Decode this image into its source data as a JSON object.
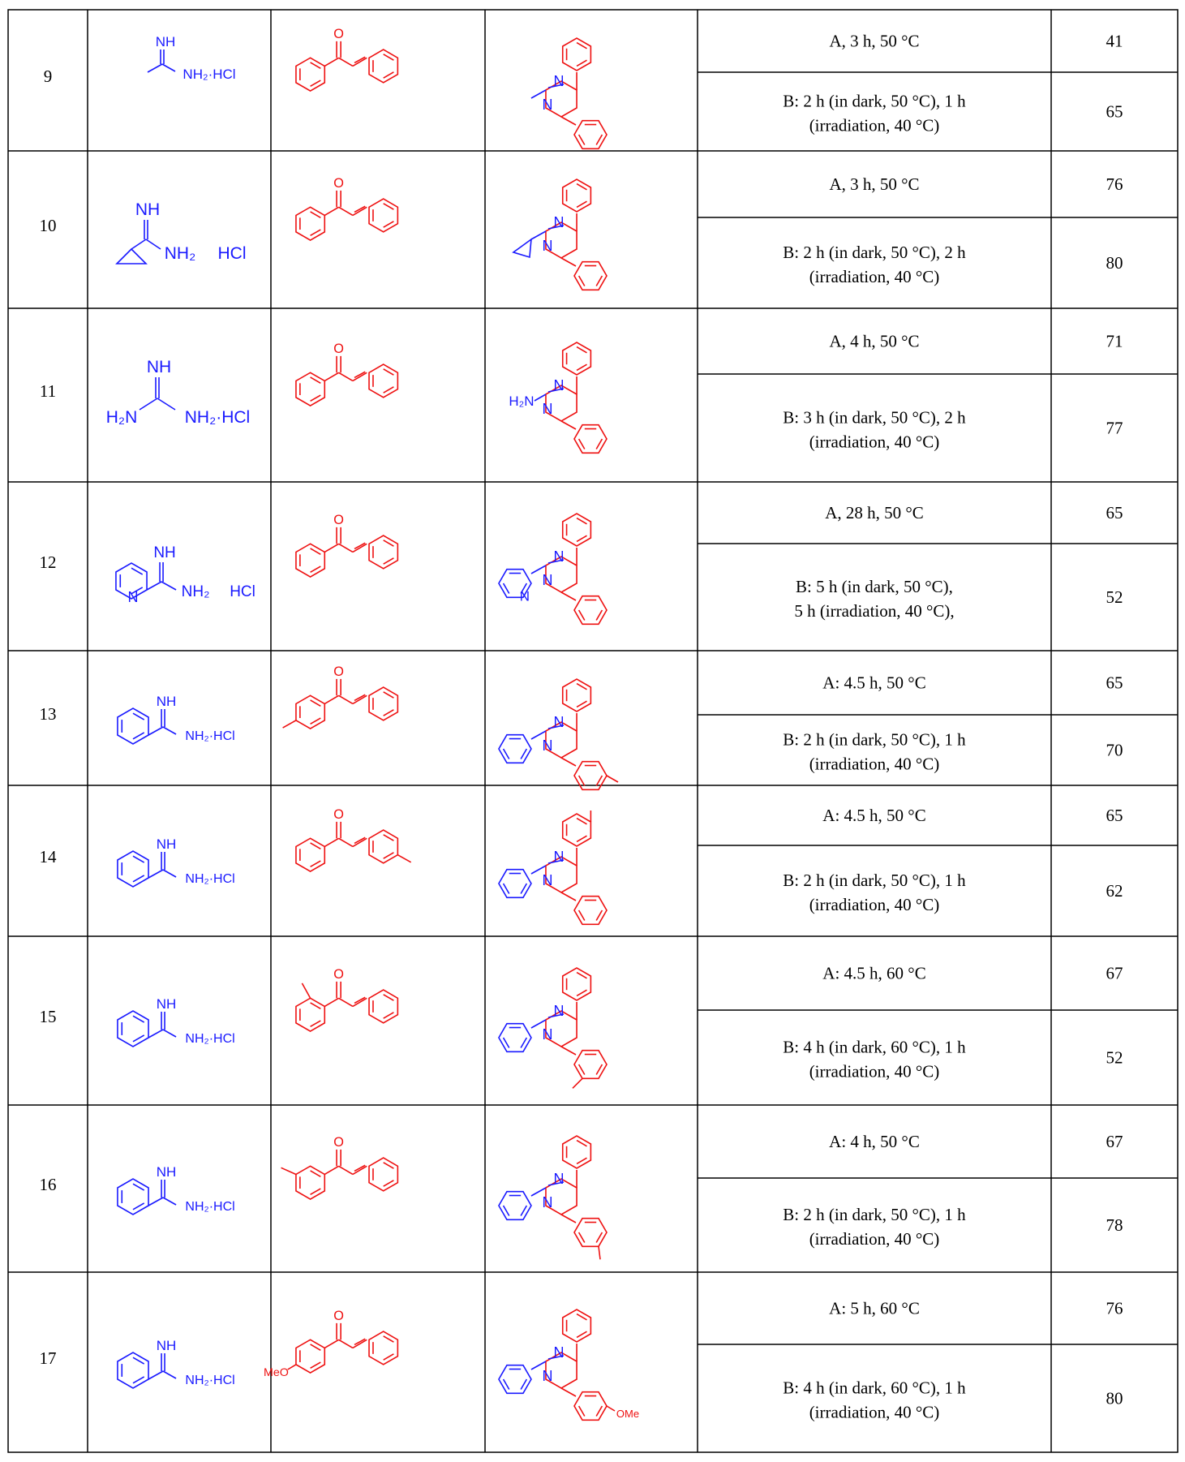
{
  "colors": {
    "amidine": "#1a1aff",
    "chalcone": "#ee1111",
    "grid": "#000000"
  },
  "rows": [
    {
      "entry": "9",
      "amidine": "acetamidine",
      "ketone": "chalcone",
      "amidine_labels": [
        "NH",
        "NH₂·HCl"
      ],
      "conditions": [
        "A, 3 h, 50 °C",
        [
          "B: 2 h (in dark, 50 °C), 1 h",
          "(irradiation, 40 °C)"
        ]
      ],
      "yields": [
        "41",
        "65"
      ]
    },
    {
      "entry": "10",
      "amidine": "cyclopropyl",
      "ketone": "chalcone",
      "amidine_labels": [
        "NH",
        "NH₂",
        "HCl"
      ],
      "conditions": [
        "A, 3 h, 50 °C",
        [
          "B: 2 h (in dark, 50 °C), 2 h",
          "(irradiation, 40 °C)"
        ]
      ],
      "yields": [
        "76",
        "80"
      ]
    },
    {
      "entry": "11",
      "amidine": "guanidine",
      "ketone": "chalcone",
      "amidine_labels": [
        "NH",
        "H₂N",
        "NH₂·HCl"
      ],
      "conditions": [
        "A, 4 h, 50 °C",
        [
          "B: 3 h (in dark, 50 °C), 2 h",
          "(irradiation, 40 °C)"
        ]
      ],
      "yields": [
        "71",
        "77"
      ]
    },
    {
      "entry": "12",
      "amidine": "pyridyl",
      "ketone": "chalcone",
      "amidine_labels": [
        "NH",
        "NH₂",
        "HCl",
        "N"
      ],
      "conditions": [
        "A, 28 h, 50 °C",
        [
          "B: 5 h (in dark, 50 °C),",
          "5 h (irradiation, 40 °C),"
        ]
      ],
      "yields": [
        "65",
        "52"
      ]
    },
    {
      "entry": "13",
      "amidine": "benzamidine",
      "ketone": "4-methyl-aroyl",
      "amidine_labels": [
        "NH",
        "NH₂·HCl"
      ],
      "conditions": [
        "A: 4.5 h, 50 °C",
        [
          "B: 2 h (in dark, 50 °C), 1 h",
          "(irradiation, 40 °C)"
        ]
      ],
      "yields": [
        "65",
        "70"
      ]
    },
    {
      "entry": "14",
      "amidine": "benzamidine",
      "ketone": "4-methyl-styryl",
      "amidine_labels": [
        "NH",
        "NH₂·HCl"
      ],
      "conditions": [
        "A: 4.5 h, 50 °C",
        [
          "B: 2 h (in dark, 50 °C), 1 h",
          "(irradiation, 40 °C)"
        ]
      ],
      "yields": [
        "65",
        "62"
      ]
    },
    {
      "entry": "15",
      "amidine": "benzamidine",
      "ketone": "2-methyl-aroyl",
      "amidine_labels": [
        "NH",
        "NH₂·HCl"
      ],
      "conditions": [
        "A: 4.5 h, 60 °C",
        [
          "B: 4 h (in dark, 60 °C), 1 h",
          "(irradiation, 40 °C)"
        ]
      ],
      "yields": [
        "67",
        "52"
      ]
    },
    {
      "entry": "16",
      "amidine": "benzamidine",
      "ketone": "3-methyl-aroyl",
      "amidine_labels": [
        "NH",
        "NH₂·HCl"
      ],
      "conditions": [
        "A: 4 h, 50 °C",
        [
          "B: 2 h (in dark, 50 °C), 1 h",
          "(irradiation, 40 °C)"
        ]
      ],
      "yields": [
        "67",
        "78"
      ]
    },
    {
      "entry": "17",
      "amidine": "benzamidine",
      "ketone": "4-methoxy-aroyl",
      "amidine_labels": [
        "NH",
        "NH₂·HCl"
      ],
      "conditions": [
        "A: 5 h, 60 °C",
        [
          "B: 4 h (in dark, 60 °C), 1 h",
          "(irradiation, 40 °C)"
        ]
      ],
      "yields": [
        "76",
        "80"
      ]
    }
  ],
  "pyrimidine_labels": {
    "n": "N",
    "h2n": "H₂N",
    "ome": "OMe",
    "meo": "MeO",
    "o": "O"
  }
}
